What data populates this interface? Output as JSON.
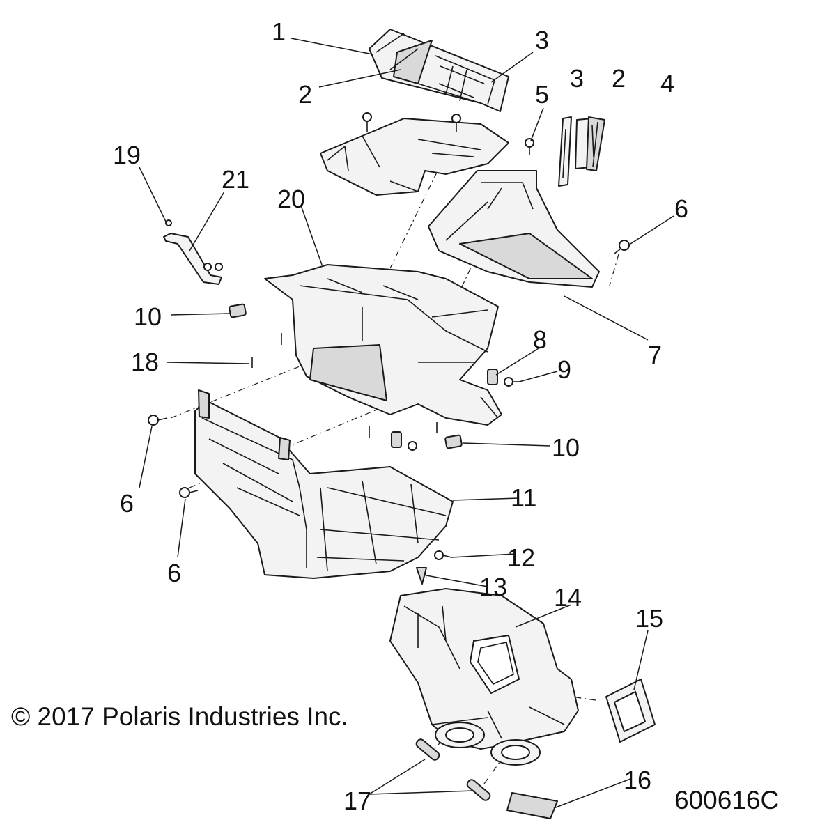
{
  "callouts": [
    "1",
    "3",
    "2",
    "3",
    "2",
    "4",
    "5",
    "6",
    "19",
    "21",
    "20",
    "10",
    "7",
    "8",
    "9",
    "18",
    "6",
    "10",
    "11",
    "6",
    "6",
    "12",
    "13",
    "14",
    "15",
    "16",
    "17"
  ],
  "copyright": "© 2017 Polaris Industries Inc.",
  "drawing_number": "600616C"
}
